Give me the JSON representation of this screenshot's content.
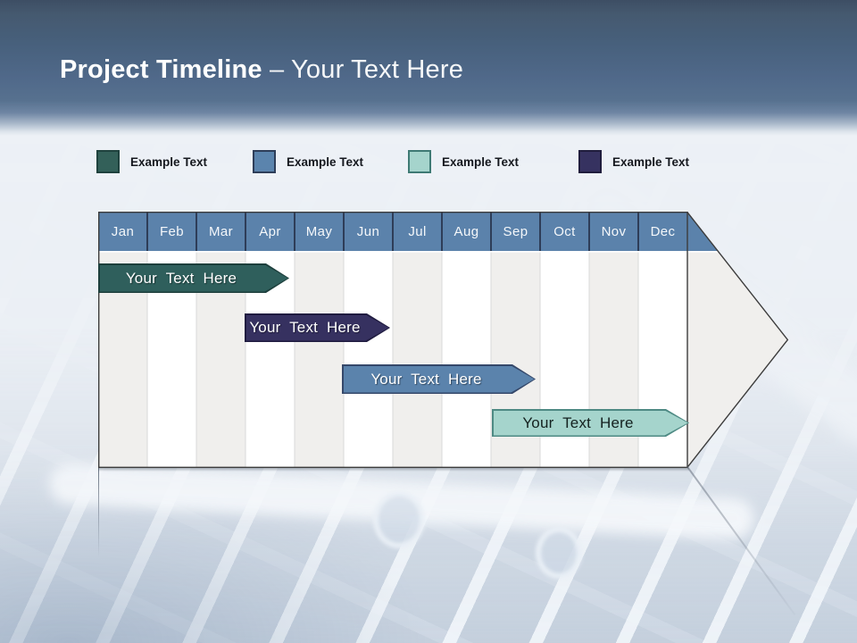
{
  "slide": {
    "title_bold": "Project Timeline",
    "title_rest": "– Your Text Here"
  },
  "legend": {
    "items": [
      {
        "label": "Example Text",
        "color": "#336059",
        "border": "#1f423e"
      },
      {
        "label": "Example Text",
        "color": "#5b84ad",
        "border": "#2e3e59"
      },
      {
        "label": "Example Text",
        "color": "#a5d4cc",
        "border": "#3e7a74"
      },
      {
        "label": "Example Text",
        "color": "#363260",
        "border": "#201d3d"
      }
    ]
  },
  "timeline": {
    "months": [
      "Jan",
      "Feb",
      "Mar",
      "Apr",
      "May",
      "Jun",
      "Jul",
      "Aug",
      "Sep",
      "Oct",
      "Nov",
      "Dec"
    ],
    "bars": [
      {
        "label": "Your Text Here",
        "fill": "#2f5f5c",
        "border": "#1d3f3c",
        "text_color": "#ffffff",
        "span": "Jan – Apr",
        "row": 1
      },
      {
        "label": "Your Text Here",
        "fill": "#363160",
        "border": "#201c40",
        "text_color": "#ffffff",
        "span": "Apr – Jul",
        "row": 2
      },
      {
        "label": "Your Text Here",
        "fill": "#5b83ac",
        "border": "#35486a",
        "text_color": "#ffffff",
        "span": "Jun – Oct",
        "row": 3
      },
      {
        "label": "Your Text Here",
        "fill": "#a5d4cc",
        "border": "#4e8a84",
        "text_color": "#14211f",
        "span": "Sep – Dec",
        "row": 4
      }
    ]
  },
  "colors": {
    "slide_bg": "#edf1f6",
    "header_top": "#3d4e64",
    "header_mid": "#57718f",
    "header_blue": "#5b82ab",
    "header_sep": "#2e3d58",
    "col_gray": "#f0efed",
    "col_white": "#ffffff",
    "col_sep": "#d9d9d9",
    "arrow_fill": "#f0efed",
    "outline": "#3c3c3c",
    "title_text": "#ffffff",
    "legend_text": "#15181e"
  }
}
